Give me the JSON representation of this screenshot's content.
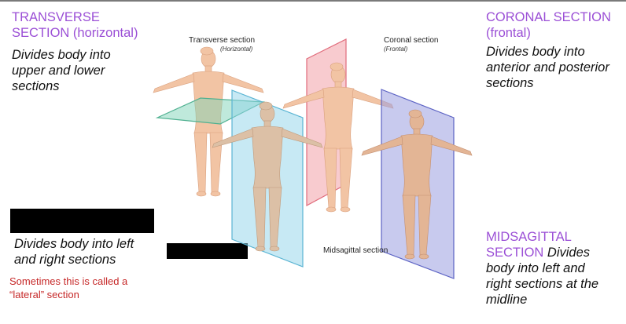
{
  "transverse": {
    "heading_line1": "TRANSVERSE",
    "heading_line2": "SECTION (horizontal)",
    "desc_line1": "Divides body into",
    "desc_line2": "upper and lower",
    "desc_line3": "sections"
  },
  "coronal": {
    "heading_line1": "CORONAL SECTION",
    "heading_line2": "(frontal)",
    "desc_line1": "Divides body into",
    "desc_line2": "anterior and posterior",
    "desc_line3": "sections"
  },
  "sagittal": {
    "desc_line1": "Divides body into left",
    "desc_line2": "and right sections",
    "note_line1": "Sometimes this is called a",
    "note_line2": "“lateral” section"
  },
  "midsagittal": {
    "heading_line1": "MIDSAGITTAL",
    "heading_line2_purple": "SECTION",
    "heading_line2_rest": " Divides",
    "desc_line1": "body into left and",
    "desc_line2": "right sections at the",
    "desc_line3": "midline"
  },
  "figure": {
    "transverse_label": "Transverse section",
    "transverse_sub": "(Horizontal)",
    "coronal_label": "Coronal section",
    "coronal_sub": "(Frontal)",
    "midsagittal_label": "Midsagittal section"
  },
  "colors": {
    "heading": "#9b4fd6",
    "note": "#c62828",
    "skin": "#f2c4a4",
    "transverse_plane": "#7fd3b8",
    "sagittal_plane": "#8fd3ea",
    "coronal_plane": "#f2a0a8",
    "midsagittal_plane": "#9a9ee0"
  }
}
